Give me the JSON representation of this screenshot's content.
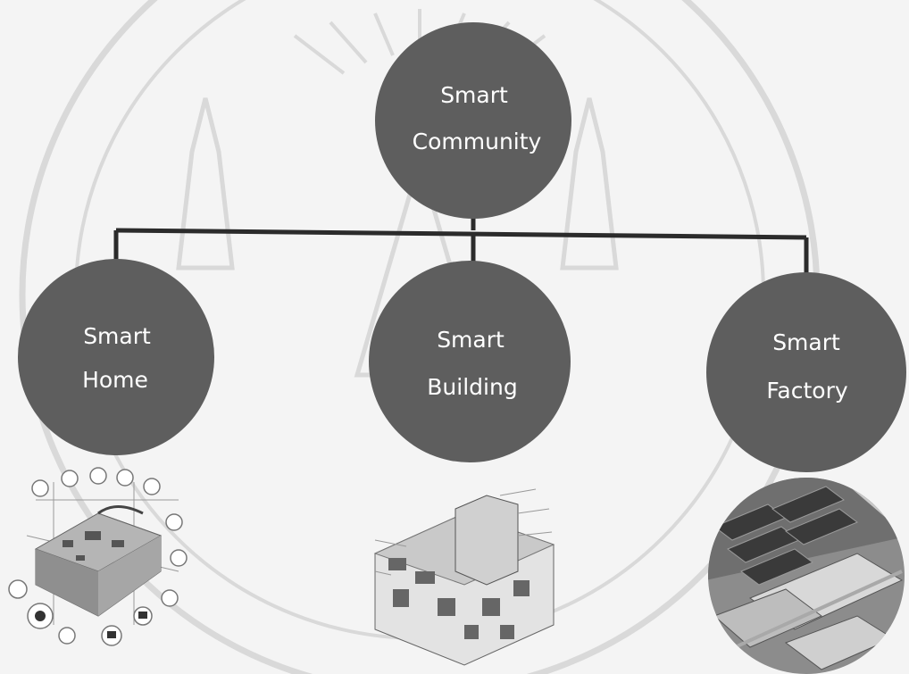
{
  "diagram": {
    "root": {
      "lines": [
        "Smart",
        "Community"
      ]
    },
    "children": [
      {
        "lines": [
          "Smart",
          "Home"
        ]
      },
      {
        "lines": [
          "Smart",
          "Building"
        ]
      },
      {
        "lines": [
          "Smart",
          "Factory"
        ]
      }
    ]
  },
  "colors": {
    "node_fill": "#5e5e5e",
    "connector": "#2b2b2b",
    "watermark": "#d9d9d9",
    "background": "#f4f4f4"
  }
}
